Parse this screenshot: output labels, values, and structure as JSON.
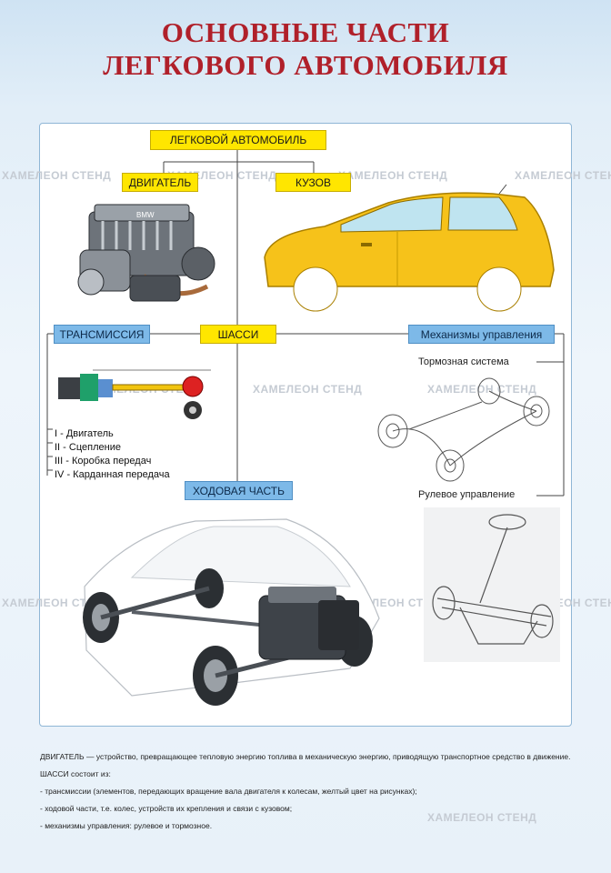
{
  "title": {
    "line1": "ОСНОВНЫЕ ЧАСТИ",
    "line2": "ЛЕГКОВОГО АВТОМОБИЛЯ"
  },
  "watermark": "ХАМЕЛЕОН СТЕНД",
  "boxes": {
    "car": "ЛЕГКОВОЙ АВТОМОБИЛЬ",
    "engine": "ДВИГАТЕЛЬ",
    "body": "КУЗОВ",
    "chassis": "ШАССИ",
    "transmission": "ТРАНСМИССИЯ",
    "controls": "Механизмы управления",
    "running_gear": "ХОДОВАЯ ЧАСТЬ"
  },
  "labels": {
    "brakes": "Тормозная система",
    "steering": "Рулевое управление",
    "engine_brand": "BMW"
  },
  "legend": [
    "I - Двигатель",
    "II - Сцепление",
    "III - Коробка передач",
    "IV - Карданная передача"
  ],
  "footer": {
    "p1": "ДВИГАТЕЛЬ — устройство, превращающее тепловую энергию топлива в механическую энергию, приводящую транспортное средство в движение.",
    "p2": "ШАССИ состоит из:",
    "items": [
      "- трансмиссии (элементов, передающих вращение вала двигателя к колесам, желтый цвет на рисунках);",
      "- ходовой части, т.е. колес, устройств их крепления и связи с кузовом;",
      "- механизмы управления: рулевое и тормозное."
    ]
  },
  "colors": {
    "title": "#b0202a",
    "yellow_box": "#ffe600",
    "blue_box": "#7db9e8",
    "car_body": "#f6c21a"
  }
}
